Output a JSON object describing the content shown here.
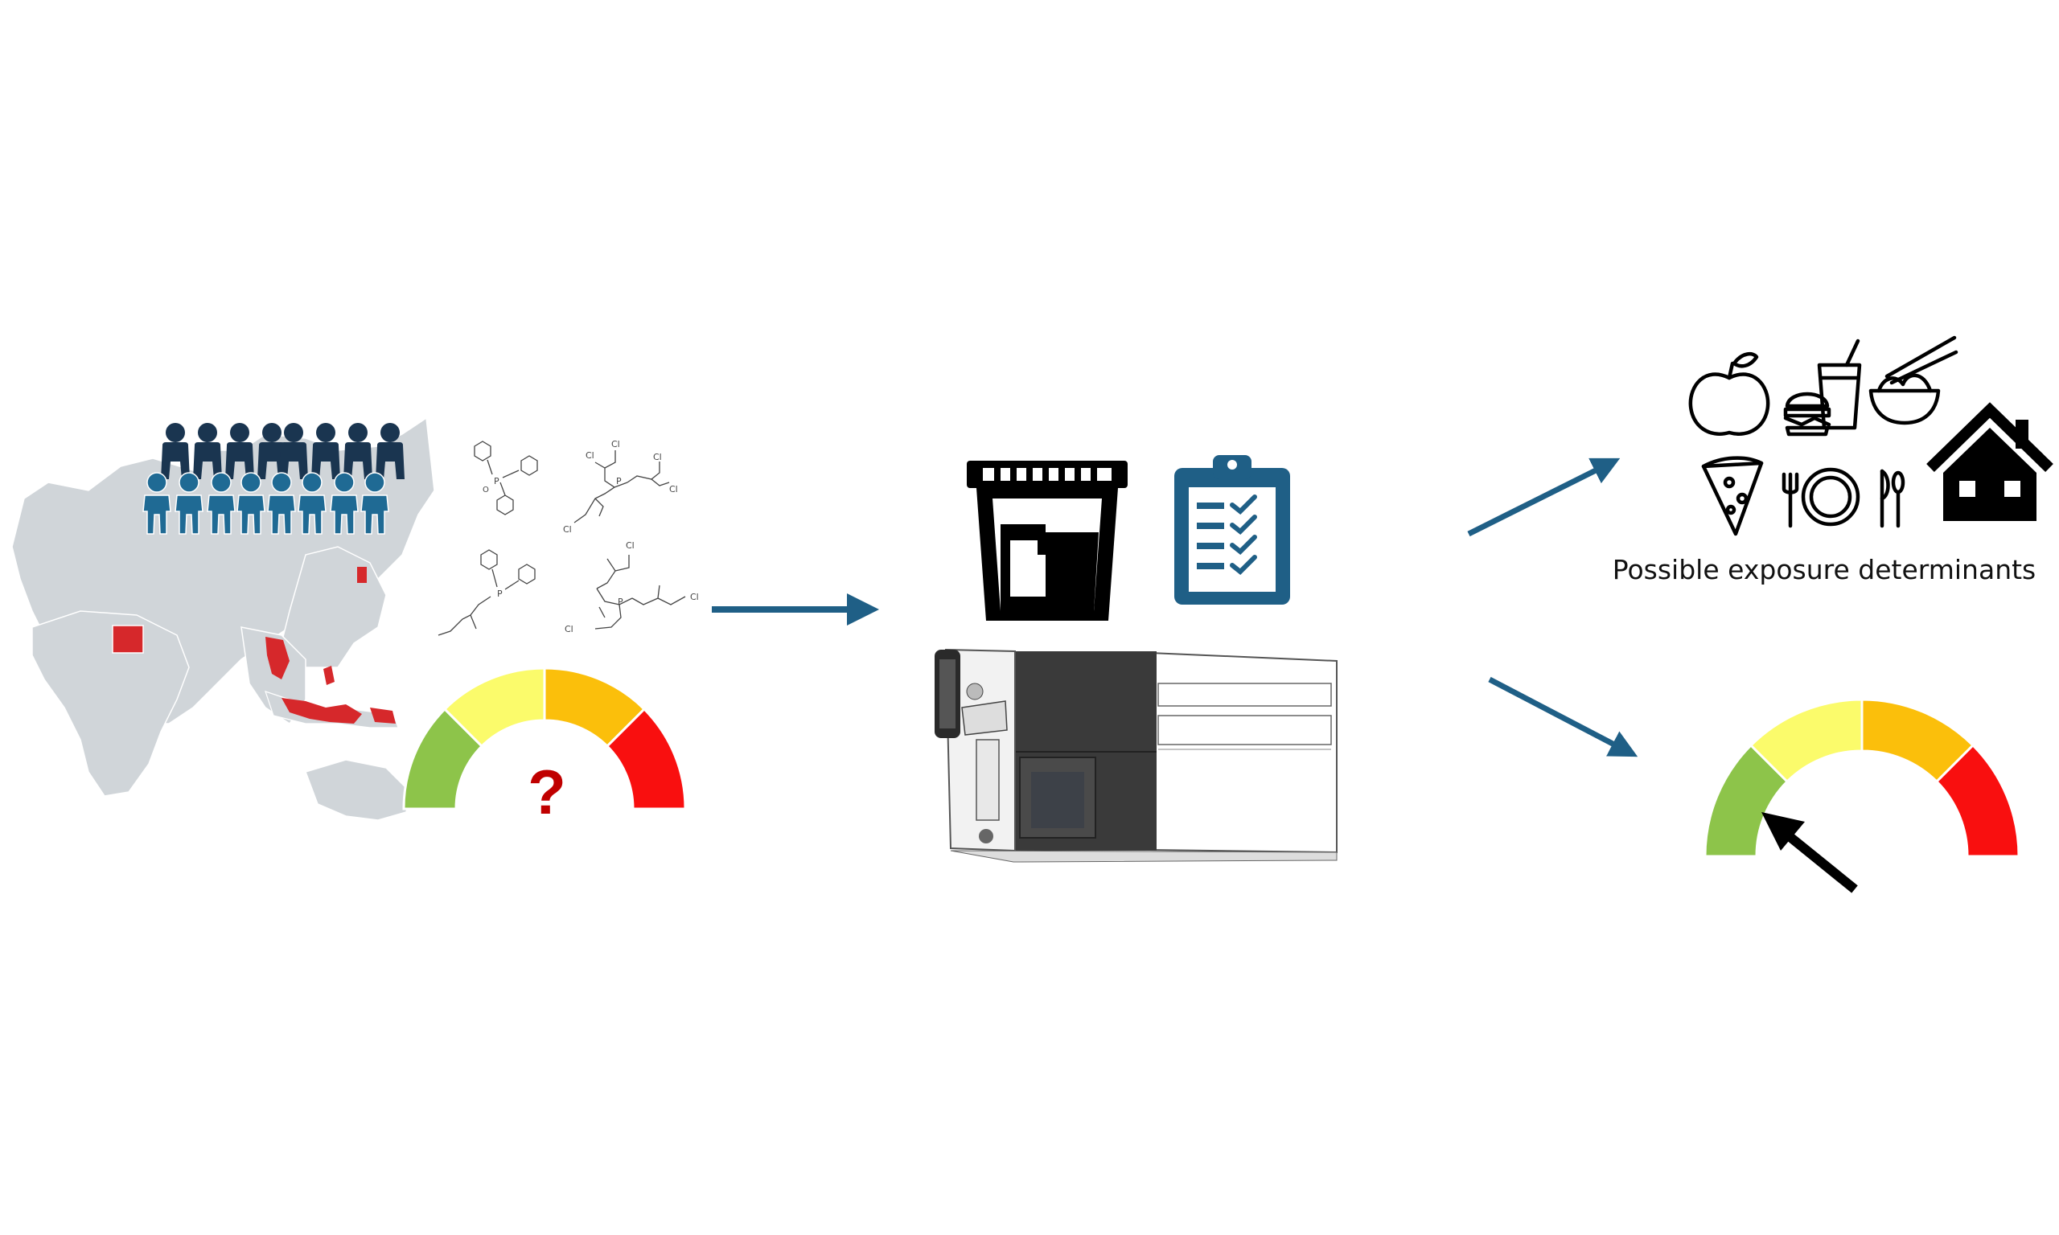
{
  "figure": {
    "title": "",
    "gauge_question_mark": "?",
    "determinants_label": "Possible exposure determinants"
  },
  "colors": {
    "arrow_blue": "#1f5f86",
    "people_dark": "#1a3550",
    "people_light": "#1f6a94",
    "map_land": "#d0d5d9",
    "map_highlight": "#d6282b",
    "gauge_green": "#8dc44a",
    "gauge_yellow": "#fbfb6b",
    "gauge_orange": "#fbbf0b",
    "gauge_red": "#f90f0f",
    "question_mark": "#c00000",
    "icon_black": "#000000",
    "clipboard_blue": "#1f5f86"
  },
  "chemicals": {
    "atoms": [
      "O",
      "P",
      "Cl"
    ]
  },
  "panels": [
    {
      "id": "study-population",
      "icons": [
        "world-map",
        "people-group",
        "chemical-structures",
        "uncertain-exposure-gauge"
      ]
    },
    {
      "id": "sampling-analysis",
      "icons": [
        "urine-cup-icon",
        "questionnaire-clipboard-icon",
        "lc-ms-instrument"
      ]
    },
    {
      "id": "outcomes",
      "icons": [
        "apple-icon",
        "burger-icon",
        "drink-cup-icon",
        "noodle-bowl-icon",
        "house-icon",
        "pizza-icon",
        "plate-cutlery-icon",
        "exposure-gauge-low"
      ]
    }
  ],
  "gauges": {
    "left": {
      "state": "unknown"
    },
    "right": {
      "state": "low",
      "level_fraction": 0.22
    }
  }
}
